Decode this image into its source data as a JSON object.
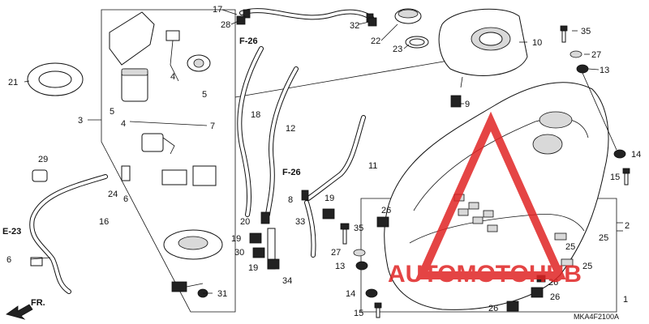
{
  "callouts": [
    {
      "label": "17"
    },
    {
      "label": "28"
    },
    {
      "label": "F-26"
    },
    {
      "label": "22"
    },
    {
      "label": "32"
    },
    {
      "label": "23"
    },
    {
      "label": "10"
    },
    {
      "label": "35"
    },
    {
      "label": "27"
    },
    {
      "label": "13"
    },
    {
      "label": "21"
    },
    {
      "label": "3"
    },
    {
      "label": "4"
    },
    {
      "label": "5"
    },
    {
      "label": "5"
    },
    {
      "label": "4"
    },
    {
      "label": "7"
    },
    {
      "label": "18"
    },
    {
      "label": "12"
    },
    {
      "label": "9"
    },
    {
      "label": "29"
    },
    {
      "label": "24"
    },
    {
      "label": "6"
    },
    {
      "label": "16"
    },
    {
      "label": "E-23"
    },
    {
      "label": "6"
    },
    {
      "label": "F-26"
    },
    {
      "label": "8"
    },
    {
      "label": "11"
    },
    {
      "label": "19"
    },
    {
      "label": "26"
    },
    {
      "label": "20"
    },
    {
      "label": "33"
    },
    {
      "label": "35"
    },
    {
      "label": "19"
    },
    {
      "label": "30"
    },
    {
      "label": "19"
    },
    {
      "label": "27"
    },
    {
      "label": "13"
    },
    {
      "label": "34"
    },
    {
      "label": "31"
    },
    {
      "label": "14"
    },
    {
      "label": "15"
    },
    {
      "label": "14"
    },
    {
      "label": "15"
    },
    {
      "label": "2"
    },
    {
      "label": "1"
    },
    {
      "label": "25"
    },
    {
      "label": "25"
    },
    {
      "label": "25"
    },
    {
      "label": "26"
    },
    {
      "label": "26"
    },
    {
      "label": "26"
    }
  ],
  "direction_label": "FR.",
  "diagram_code": "MKA4F2100A",
  "watermark": "AUTOMOTOHUB",
  "colors": {
    "line": "#111111",
    "watermark": "#e02424",
    "background": "#ffffff"
  }
}
